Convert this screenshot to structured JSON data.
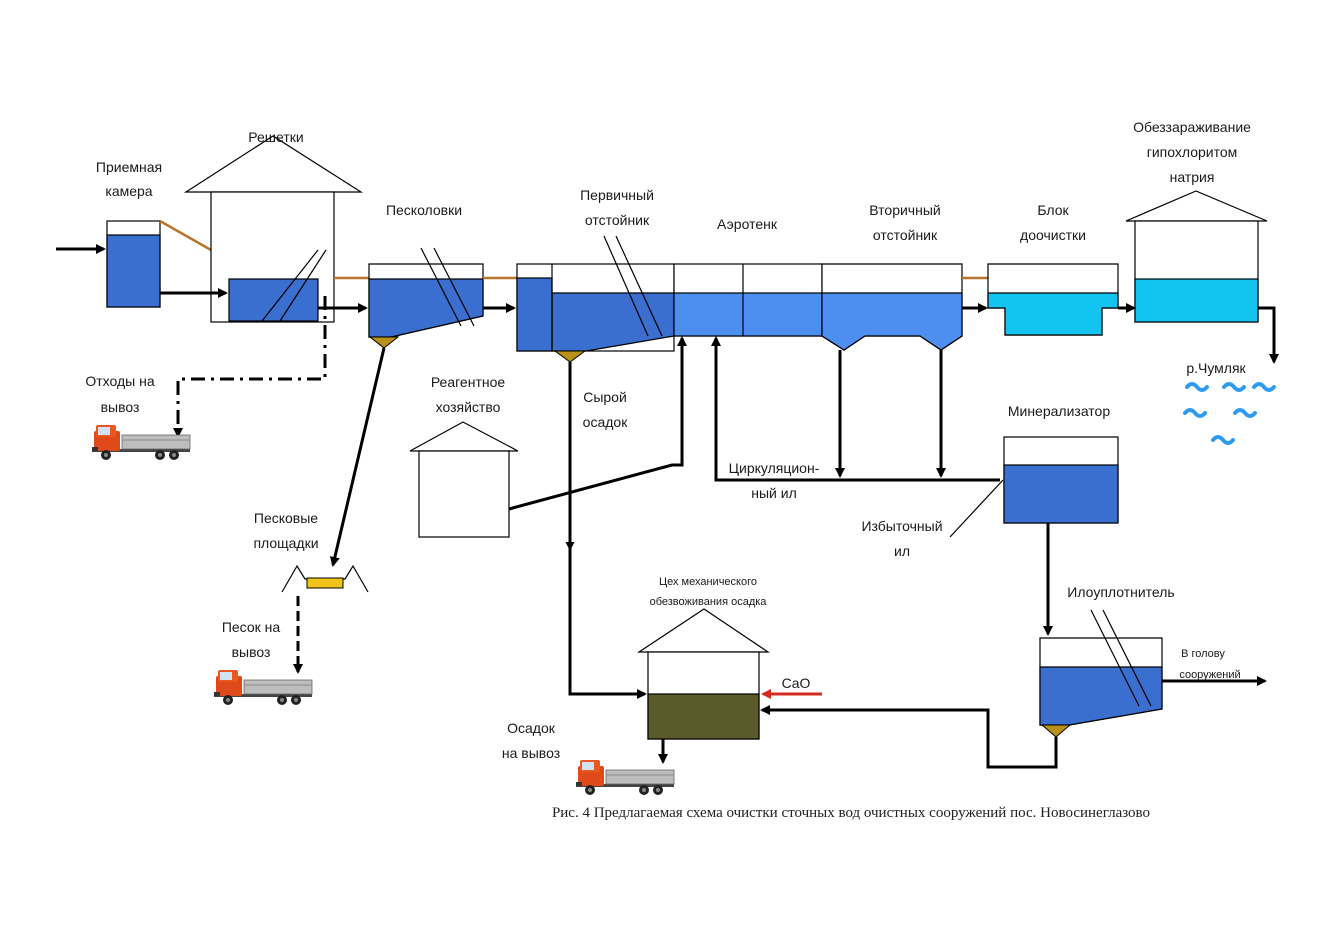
{
  "colors": {
    "blue": "#3a6fd0",
    "mid_blue": "#4d8ff0",
    "light_blue": "#12c4ef",
    "pipe": "#b8752f",
    "sand": "#f0c419",
    "sludge": "#5b5a2a",
    "red_arrow": "#d42a1f",
    "wave": "#2f9bf0"
  },
  "labels": {
    "priemnaya": [
      "Приемная",
      "камера"
    ],
    "reshetki": "Решетки",
    "peskolovki": "Песколовки",
    "pervichny": [
      "Первичный",
      "отстойник"
    ],
    "aerotenk": "Аэротенк",
    "vtorichny": [
      "Вторичный",
      "отстойник"
    ],
    "blok": [
      "Блок",
      "доочистки"
    ],
    "obezz": [
      "Обеззараживание",
      "гипохлоритом",
      "натрия"
    ],
    "river": "р.Чумляк",
    "othody": [
      "Отходы на",
      "вывоз"
    ],
    "reagent": [
      "Реагентное",
      "хозяйство"
    ],
    "syroy": [
      "Сырой",
      "осадок"
    ],
    "mineral": "Минерализатор",
    "cirk": [
      "Циркуляцион-",
      "ный ил"
    ],
    "izbyt": [
      "Избыточный",
      "ил"
    ],
    "peskovye": [
      "Песковые",
      "площадки"
    ],
    "pesok": [
      "Песок на",
      "вывоз"
    ],
    "ceh": [
      "Цех механического",
      "обезвоживания осадка"
    ],
    "iloupl": "Илоуплотнитель",
    "golovu": [
      "В голову",
      "сооружений"
    ],
    "cao": "CaO",
    "osadok": [
      "Осадок",
      "на вывоз"
    ]
  },
  "caption": "Рис. 4 Предлагаемая схема очистки сточных вод очистных сооружений пос. Новосинеглазово"
}
